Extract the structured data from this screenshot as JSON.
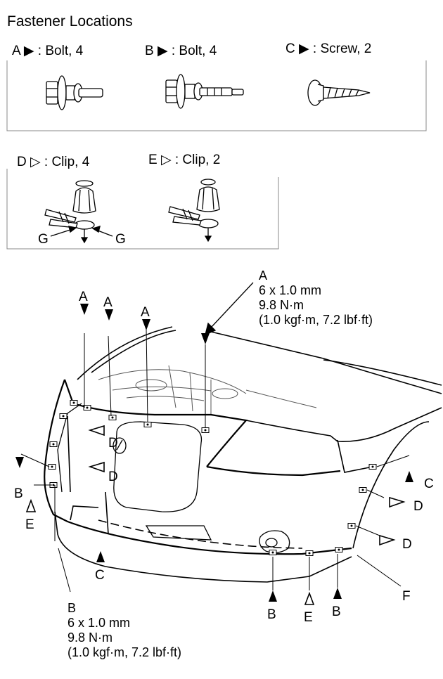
{
  "title": "Fastener Locations",
  "legend": {
    "a": "A ▶ : Bolt, 4",
    "b": "B ▶ : Bolt, 4",
    "c": "C ▶ : Screw, 2",
    "d": "D ▷ : Clip, 4",
    "e": "E ▷ : Clip, 2",
    "g": "G"
  },
  "spec_a": {
    "letter": "A",
    "size": "6 x 1.0 mm",
    "torque": "9.8 N·m",
    "torque_alt": "(1.0 kgf·m, 7.2 lbf·ft)"
  },
  "spec_b": {
    "letter": "B",
    "size": "6 x 1.0 mm",
    "torque": "9.8 N·m",
    "torque_alt": "(1.0 kgf·m, 7.2 lbf·ft)"
  },
  "callouts": {
    "a": "A",
    "b": "B",
    "c": "C",
    "d": "D",
    "e": "E",
    "f": "F"
  },
  "icons": [
    "bolt-icon",
    "flange-bolt-icon",
    "screw-icon",
    "clip-icon",
    "pliers-icon"
  ]
}
